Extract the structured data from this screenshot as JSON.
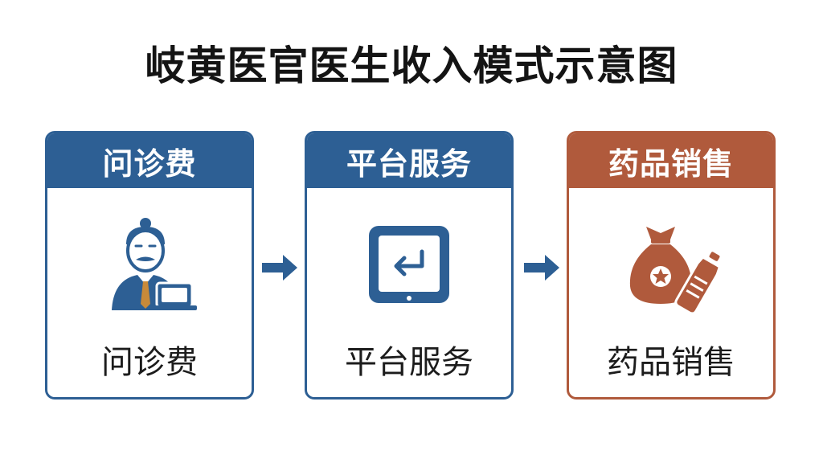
{
  "title": "岐黄医官医生收入模式示意图",
  "colors": {
    "blue": "#2d5f94",
    "rust": "#b05a3c"
  },
  "cards": [
    {
      "header": "问诊费",
      "label": "问诊费",
      "icon": "doctor-laptop-icon",
      "color": "#2d5f94"
    },
    {
      "header": "平台服务",
      "label": "平台服务",
      "icon": "tablet-return-icon",
      "color": "#2d5f94"
    },
    {
      "header": "药品销售",
      "label": "药品销售",
      "icon": "money-bag-bottle-icon",
      "color": "#b05a3c"
    }
  ]
}
